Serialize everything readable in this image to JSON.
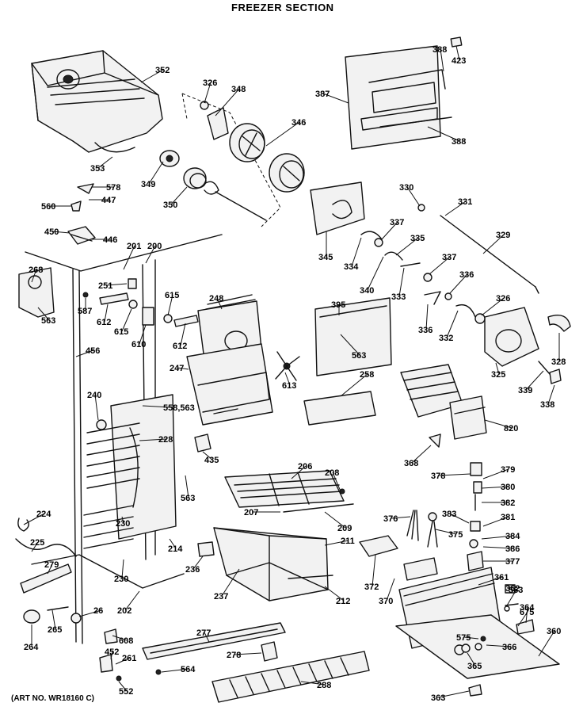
{
  "diagram": {
    "title": "FREEZER SECTION",
    "art_number": "(ART NO. WR18160 C)",
    "part_numbers": [
      "352",
      "326",
      "348",
      "346",
      "388",
      "423",
      "387",
      "388",
      "353",
      "349",
      "350",
      "578",
      "447",
      "560",
      "450",
      "446",
      "330",
      "331",
      "329",
      "337",
      "335",
      "334",
      "340",
      "333",
      "337",
      "336",
      "336",
      "332",
      "326",
      "345",
      "201",
      "200",
      "268",
      "251",
      "587",
      "612",
      "615",
      "610",
      "615",
      "612",
      "248",
      "563",
      "395",
      "563",
      "247",
      "613",
      "456",
      "258",
      "325",
      "328",
      "339",
      "338",
      "820",
      "240",
      "558,563",
      "228",
      "435",
      "206",
      "208",
      "368",
      "378",
      "379",
      "380",
      "382",
      "381",
      "563",
      "207",
      "209",
      "230",
      "376",
      "375",
      "383",
      "384",
      "386",
      "377",
      "224",
      "225",
      "279",
      "214",
      "211",
      "236",
      "372",
      "361",
      "362",
      "563",
      "230",
      "237",
      "212",
      "370",
      "675",
      "364",
      "202",
      "26",
      "264",
      "265",
      "608",
      "277",
      "575",
      "366",
      "360",
      "452",
      "261",
      "278",
      "564",
      "365",
      "552",
      "288",
      "363"
    ]
  }
}
